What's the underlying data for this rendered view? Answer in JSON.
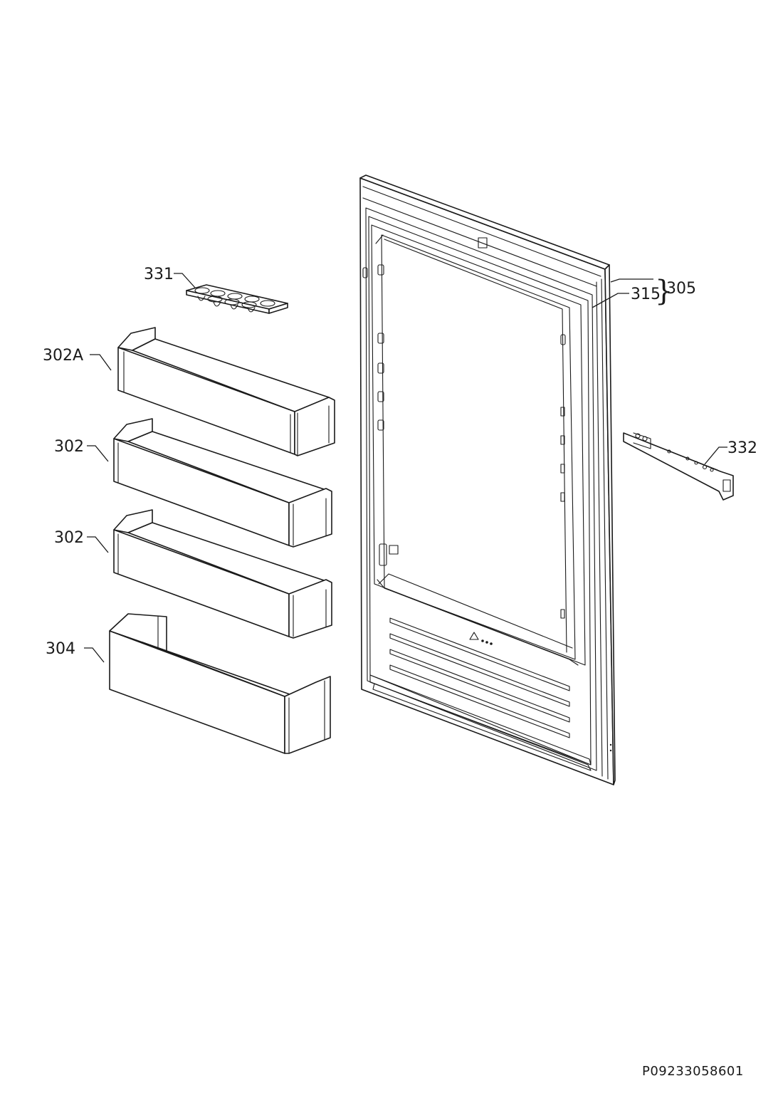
{
  "diagram": {
    "callouts": {
      "c331": "331",
      "c302a": "302A",
      "c302_upper": "302",
      "c302_lower": "302",
      "c304": "304",
      "c315": "315",
      "c305": "305",
      "c332": "332"
    },
    "group_brace": "}",
    "drawing_code": "P09233058601"
  }
}
